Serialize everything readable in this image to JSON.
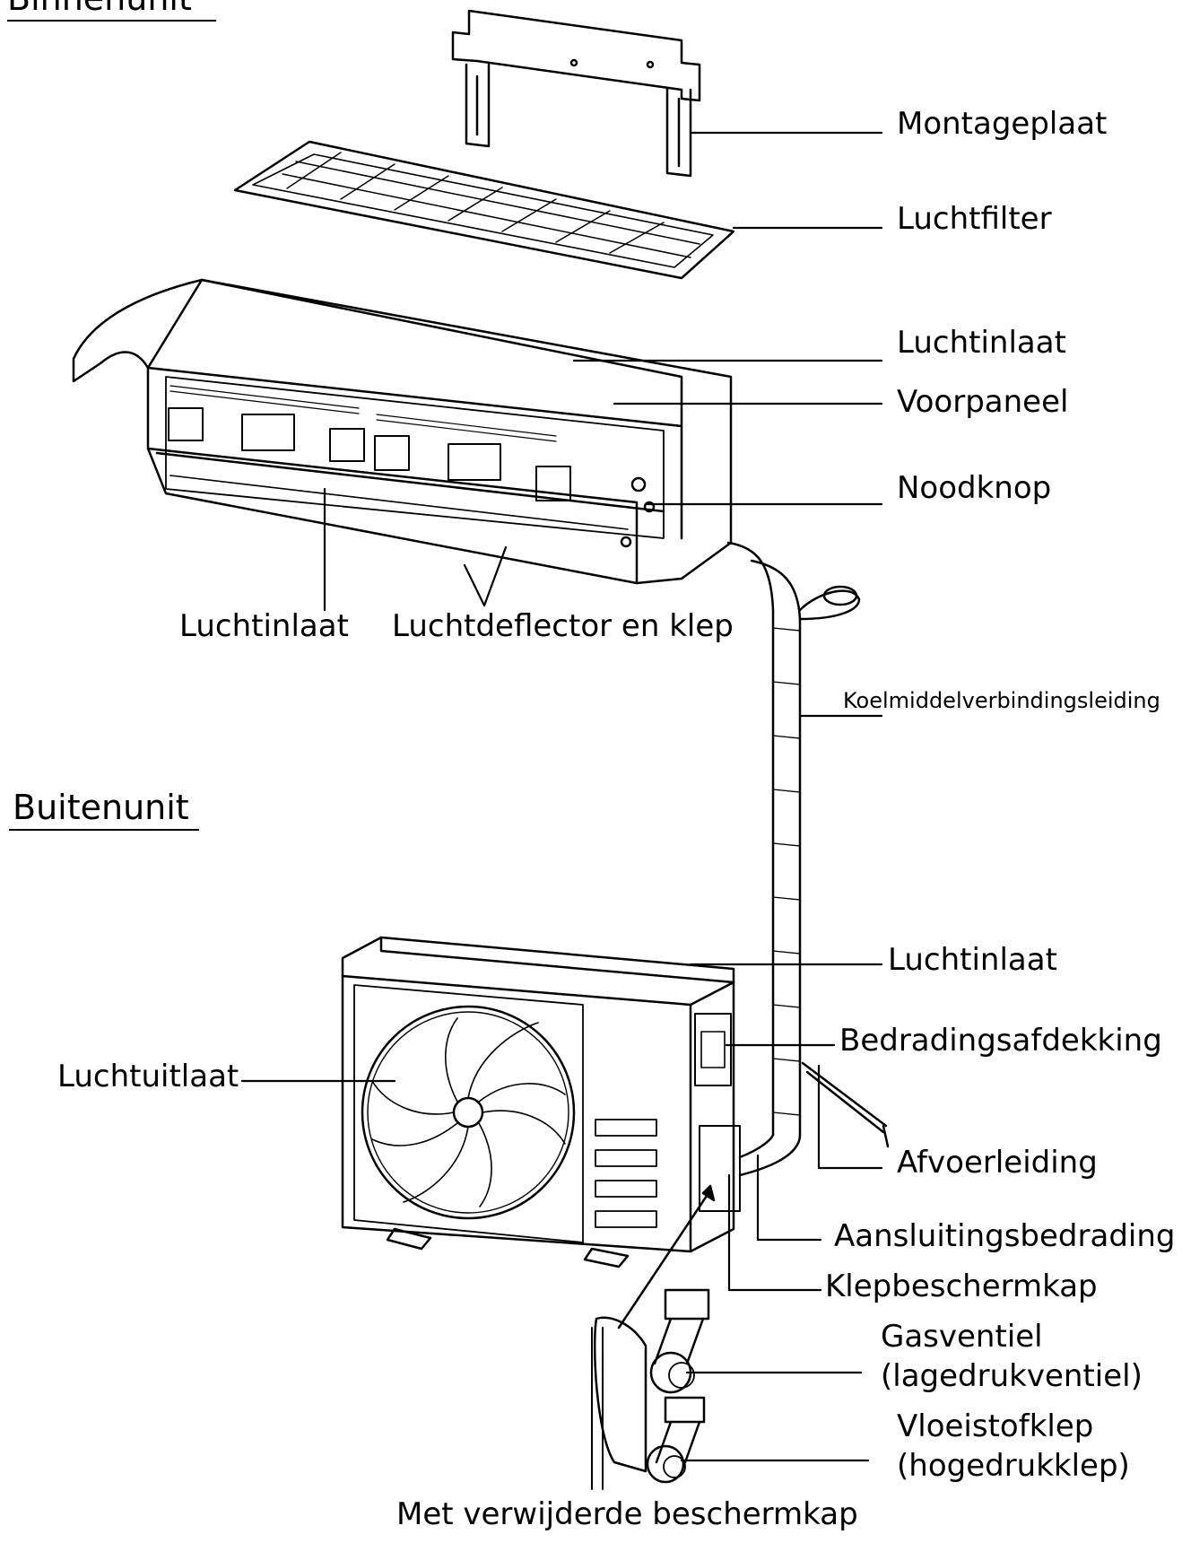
{
  "sections": {
    "indoor_heading": "Binnenunit",
    "outdoor_heading": "Buitenunit"
  },
  "indoor_labels": {
    "mounting_plate": "Montageplaat",
    "air_filter": "Luchtfilter",
    "air_inlet_top": "Luchtinlaat",
    "front_panel": "Voorpaneel",
    "emergency_button": "Noodknop",
    "air_inlet_bottom": "Luchtinlaat",
    "air_deflector": "Luchtdeflector en klep",
    "refrigerant_pipe": "Koelmiddelverbindingsleiding"
  },
  "outdoor_labels": {
    "air_inlet": "Luchtinlaat",
    "wiring_cover": "Bedradingsafdekking",
    "air_outlet": "Luchtuitlaat",
    "drain_pipe": "Afvoerleiding",
    "connection_wiring": "Aansluitingsbedrading",
    "valve_cover": "Klepbeschermkap",
    "gas_valve_line1": "Gasventiel",
    "gas_valve_line2": "(lagedrukventiel)",
    "liquid_valve_line1": "Vloeistofklep",
    "liquid_valve_line2": "(hogedrukklep)",
    "cover_removed": "Met verwijderde beschermkap"
  }
}
